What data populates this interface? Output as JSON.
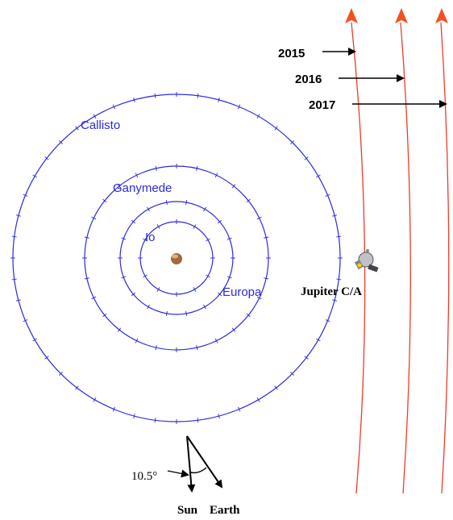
{
  "colors": {
    "orbit": "#2a2ae0",
    "trajectory": "#ee3b2b",
    "arrow": "#000000",
    "jupiter": "#a4683a"
  },
  "moons": [
    {
      "name": "Io"
    },
    {
      "name": "Europa"
    },
    {
      "name": "Ganymede"
    },
    {
      "name": "Callisto"
    }
  ],
  "trajectory_years": [
    "2015",
    "2016",
    "2017"
  ],
  "closest_approach_label": "Jupiter C/A",
  "angle_label": "10.5°",
  "sun_label": "Sun",
  "earth_label": "Earth",
  "icons": {
    "spacecraft": "spacecraft-icon",
    "planet": "jupiter-icon"
  }
}
